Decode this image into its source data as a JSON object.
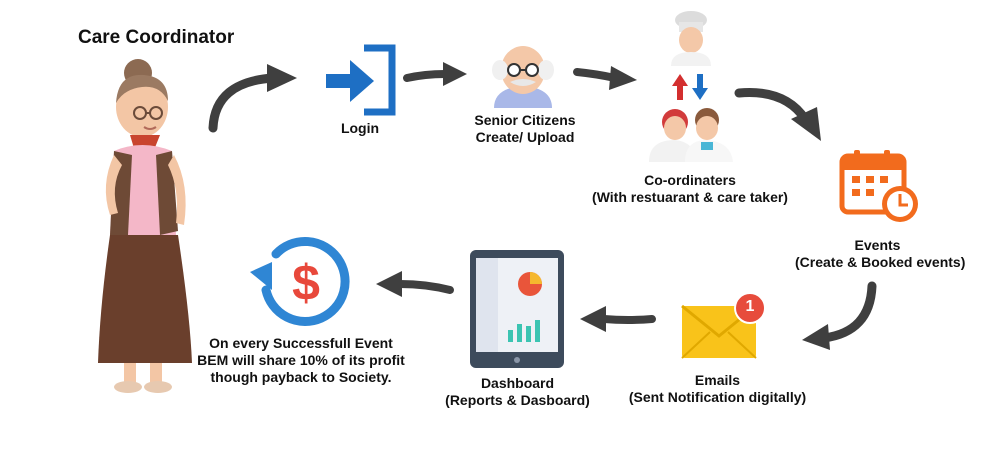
{
  "title": "Care Coordinator",
  "steps": [
    {
      "lines": [
        "Login"
      ]
    },
    {
      "lines": [
        "Senior Citizens",
        "Create/ Upload"
      ]
    },
    {
      "lines": [
        "Co-ordinaters",
        "(With restuarant & care taker)"
      ]
    },
    {
      "lines": [
        "Events",
        "(Create & Booked events)"
      ]
    },
    {
      "lines": [
        "Emails",
        "(Sent Notification digitally)"
      ]
    },
    {
      "lines": [
        "Dashboard",
        "(Reports & Dasboard)"
      ]
    },
    {
      "lines": [
        "On every Successfull Event",
        "BEM will share 10% of its profit",
        "though payback to Society."
      ]
    }
  ],
  "email_badge": "1",
  "colors": {
    "arrow": "#3f3f3f",
    "login_blue": "#1e6fc4",
    "event_orange": "#f26b1d",
    "email_yellow": "#f9c31a",
    "badge_red": "#e74c3c",
    "refund_blue": "#2f86d4",
    "refund_red": "#e8483b",
    "tablet_dark": "#3d4b5c",
    "chart_teal": "#3bc4b2",
    "pie_red": "#e9553a",
    "pie_yellow": "#f5b82e"
  },
  "icons": [
    "grandma-figure",
    "login-icon",
    "senior-face-icon",
    "coordinators-icon",
    "calendar-clock-icon",
    "envelope-icon",
    "tablet-dashboard-icon",
    "refund-dollar-icon"
  ]
}
